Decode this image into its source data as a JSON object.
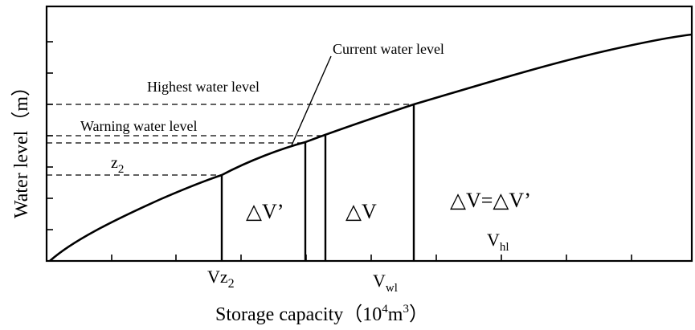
{
  "axes": {
    "ylabel": "Water level（m）",
    "xlabel_main": "Storage capacity（10",
    "xlabel_sup1": "4",
    "xlabel_mid": "m",
    "xlabel_sup2": "3",
    "xlabel_end": "）"
  },
  "levels": {
    "current": "Current water level",
    "highest": "Highest water level",
    "warning": "Warning water level",
    "z2_base": "z",
    "z2_sub": "2"
  },
  "regions": {
    "dv_prime": "△V’",
    "dv": "△V",
    "equation": "△V=△V’"
  },
  "capacities": {
    "vz2_base": "Vz",
    "vz2_sub": "2",
    "vwl_base": "V",
    "vwl_sub": "wl",
    "vhl_base": "V",
    "vhl_sub": "hl"
  },
  "colors": {
    "line": "#000000",
    "background": "#ffffff"
  }
}
